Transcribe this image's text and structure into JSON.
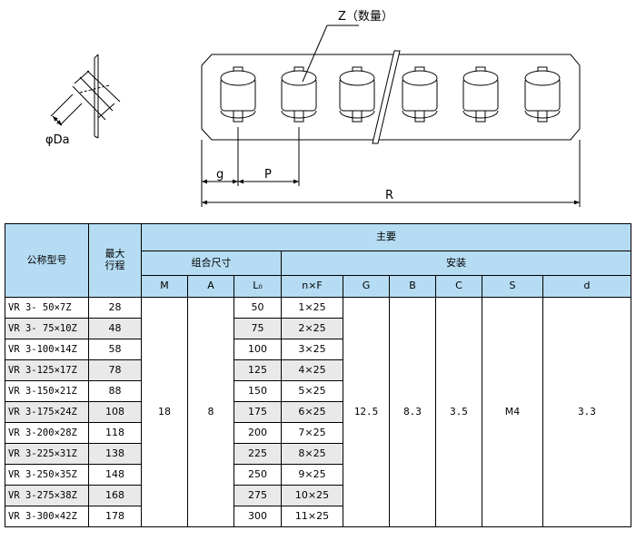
{
  "diagram": {
    "label_z": "Z（数量）",
    "label_da": "φDa",
    "label_g": "g",
    "label_p": "P",
    "label_r": "R"
  },
  "table": {
    "headers": {
      "name": "公称型号",
      "stroke": "最大\n行程",
      "main": "主要",
      "combo": "组合尺寸",
      "install": "安装",
      "M": "M",
      "A": "A",
      "L0": "L₀",
      "nF": "n×F",
      "G": "G",
      "B": "B",
      "C": "C",
      "S": "S",
      "d": "d"
    },
    "shared": {
      "M": "18",
      "A": "8",
      "G": "12.5",
      "B": "8.3",
      "C": "3.5",
      "S": "M4",
      "d": "3.3"
    },
    "rows": [
      {
        "name": "VR 3- 50×7Z",
        "stroke": "28",
        "L0": "50",
        "nF": "1×25"
      },
      {
        "name": "VR 3- 75×10Z",
        "stroke": "48",
        "L0": "75",
        "nF": "2×25"
      },
      {
        "name": "VR 3-100×14Z",
        "stroke": "58",
        "L0": "100",
        "nF": "3×25"
      },
      {
        "name": "VR 3-125×17Z",
        "stroke": "78",
        "L0": "125",
        "nF": "4×25"
      },
      {
        "name": "VR 3-150×21Z",
        "stroke": "88",
        "L0": "150",
        "nF": "5×25"
      },
      {
        "name": "VR 3-175×24Z",
        "stroke": "108",
        "L0": "175",
        "nF": "6×25"
      },
      {
        "name": "VR 3-200×28Z",
        "stroke": "118",
        "L0": "200",
        "nF": "7×25"
      },
      {
        "name": "VR 3-225×31Z",
        "stroke": "138",
        "L0": "225",
        "nF": "8×25"
      },
      {
        "name": "VR 3-250×35Z",
        "stroke": "148",
        "L0": "250",
        "nF": "9×25"
      },
      {
        "name": "VR 3-275×38Z",
        "stroke": "168",
        "L0": "275",
        "nF": "10×25"
      },
      {
        "name": "VR 3-300×42Z",
        "stroke": "178",
        "L0": "300",
        "nF": "11×25"
      }
    ]
  }
}
